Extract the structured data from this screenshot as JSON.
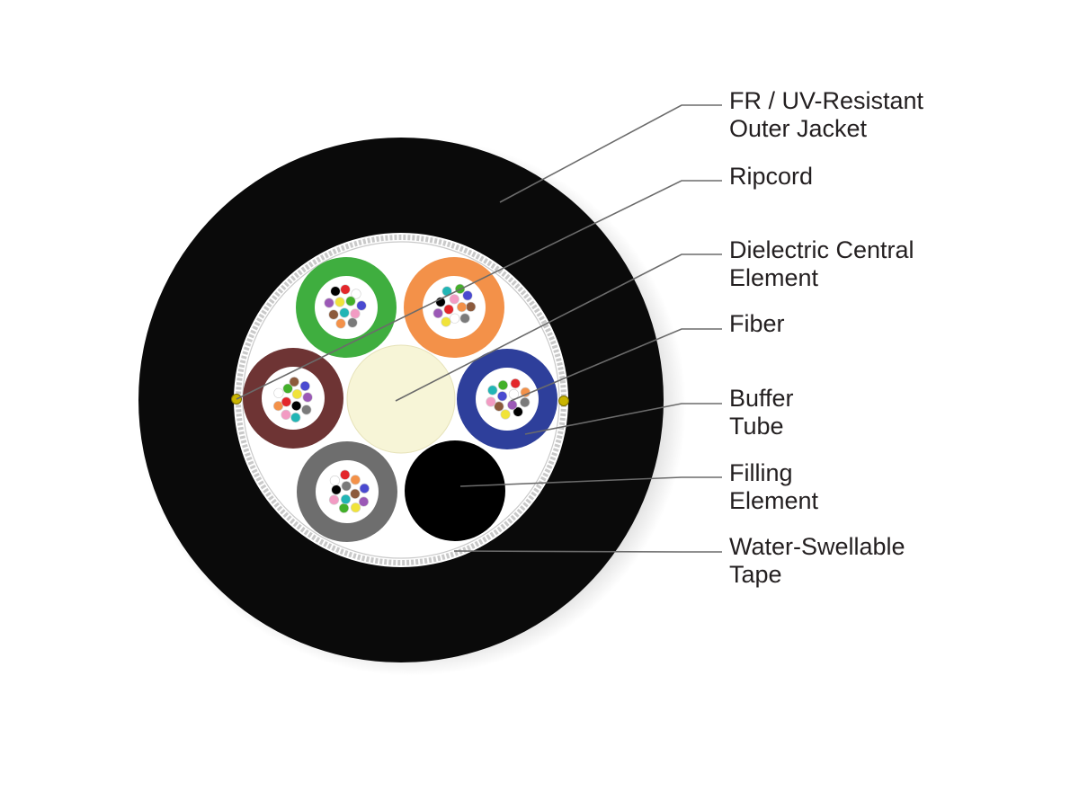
{
  "colors": {
    "jacket": "#0a0a0a",
    "core_background": "#ffffff",
    "tape_ring": "#c9c9c9",
    "central_element": "#f7f5d7",
    "filling_element": "#000000",
    "ripcord": "#c9b400",
    "leader_line": "#6b6b6b",
    "label_text": "#231f20"
  },
  "buffer_tubes": [
    {
      "name": "green",
      "color": "#3fae3f"
    },
    {
      "name": "orange",
      "color": "#f39149"
    },
    {
      "name": "blue",
      "color": "#2e3f9b"
    },
    {
      "name": "gray",
      "color": "#6e6e6e"
    },
    {
      "name": "brown",
      "color": "#6e3434"
    }
  ],
  "fiber_colors": [
    "#000000",
    "#e3262a",
    "#ffffff",
    "#9b59b6",
    "#f0e33a",
    "#43b02a",
    "#4a4ad0",
    "#8c5a3c",
    "#21b5b5",
    "#f29bc3",
    "#f39149",
    "#7a7a7a"
  ],
  "callouts": [
    {
      "id": "outer-jacket",
      "lines": [
        "FR / UV-Resistant",
        "Outer Jacket"
      ]
    },
    {
      "id": "ripcord",
      "lines": [
        "Ripcord"
      ]
    },
    {
      "id": "central-element",
      "lines": [
        "Dielectric Central",
        "Element"
      ]
    },
    {
      "id": "fiber",
      "lines": [
        "Fiber"
      ]
    },
    {
      "id": "buffer-tube",
      "lines": [
        "Buffer",
        "Tube"
      ]
    },
    {
      "id": "filling-element",
      "lines": [
        "Filling",
        "Element"
      ]
    },
    {
      "id": "water-tape",
      "lines": [
        "Water-Swellable",
        "Tape"
      ]
    }
  ]
}
